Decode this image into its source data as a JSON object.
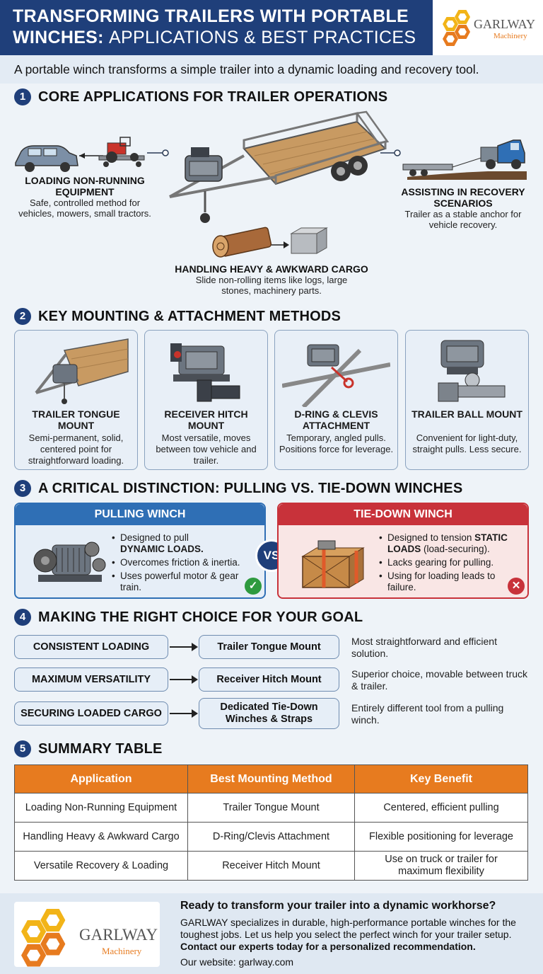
{
  "header": {
    "title_bold": "TRANSFORMING TRAILERS WITH PORTABLE WINCHES:",
    "title_light": "APPLICATIONS & BEST PRACTICES",
    "logo_name": "GARLWAY",
    "logo_sub": "Machinery"
  },
  "tagline": "A portable winch transforms a simple trailer into a dynamic loading and recovery tool.",
  "section1": {
    "num": "1",
    "title": "CORE APPLICATIONS FOR TRAILER OPERATIONS",
    "apps": [
      {
        "title": "LOADING NON-RUNNING EQUIPMENT",
        "desc": "Safe, controlled method for vehicles, mowers, small tractors."
      },
      {
        "title": "ASSISTING IN RECOVERY SCENARIOS",
        "desc": "Trailer as a stable anchor for vehicle recovery."
      },
      {
        "title": "HANDLING HEAVY & AWKWARD CARGO",
        "desc": "Slide non-rolling items like logs, large stones, machinery parts."
      }
    ]
  },
  "section2": {
    "num": "2",
    "title": "KEY MOUNTING & ATTACHMENT METHODS",
    "cards": [
      {
        "title": "TRAILER TONGUE MOUNT",
        "desc": "Semi-permanent, solid, centered point for straightforward loading."
      },
      {
        "title": "RECEIVER HITCH MOUNT",
        "desc": "Most versatile, moves between tow vehicle and trailer."
      },
      {
        "title": "D-RING & CLEVIS ATTACHMENT",
        "desc": "Temporary, angled pulls. Positions force for leverage."
      },
      {
        "title": "TRAILER BALL MOUNT",
        "desc": "Convenient for light-duty, straight pulls. Less secure."
      }
    ]
  },
  "section3": {
    "num": "3",
    "title": "A CRITICAL DISTINCTION: PULLING VS. TIE-DOWN WINCHES",
    "vs": "VS",
    "pulling": {
      "title": "PULLING WINCH",
      "b1_pre": "Designed to pull",
      "b1_bold": "DYNAMIC LOADS.",
      "b2": "Overcomes friction & inertia.",
      "b3": "Uses powerful motor & gear train."
    },
    "tiedown": {
      "title": "TIE-DOWN WINCH",
      "b1_pre": "Designed to tension",
      "b1_bold": "STATIC LOADS",
      "b1_post": "(load-securing).",
      "b2": "Lacks gearing for pulling.",
      "b3": "Using for loading leads to failure."
    }
  },
  "section4": {
    "num": "4",
    "title": "MAKING THE RIGHT CHOICE FOR YOUR GOAL",
    "rows": [
      {
        "goal": "CONSISTENT LOADING",
        "method": "Trailer Tongue Mount",
        "desc": "Most straightforward and efficient solution."
      },
      {
        "goal": "MAXIMUM VERSATILITY",
        "method": "Receiver Hitch Mount",
        "desc": "Superior choice, movable between truck & trailer."
      },
      {
        "goal": "SECURING LOADED CARGO",
        "method": "Dedicated Tie-Down Winches & Straps",
        "desc": "Entirely different tool from a pulling winch."
      }
    ]
  },
  "section5": {
    "num": "5",
    "title": "SUMMARY TABLE",
    "headers": [
      "Application",
      "Best Mounting Method",
      "Key Benefit"
    ],
    "rows": [
      [
        "Loading Non-Running Equipment",
        "Trailer Tongue Mount",
        "Centered, efficient pulling"
      ],
      [
        "Handling Heavy & Awkward Cargo",
        "D-Ring/Clevis Attachment",
        "Flexible positioning for leverage"
      ],
      [
        "Versatile Recovery & Loading",
        "Receiver Hitch Mount",
        "Use on truck or trailer for maximum flexibility"
      ]
    ]
  },
  "footer": {
    "logo_name": "GARLWAY",
    "logo_sub": "Machinery",
    "headline": "Ready to transform your trailer into a dynamic workhorse?",
    "body": "GARLWAY specializes in durable, high-performance portable winches for the toughest jobs. Let us help you select the perfect winch for your trailer setup.",
    "cta": "Contact our experts today for a personalized recommendation.",
    "website": "Our website: garlway.com"
  },
  "colors": {
    "navy": "#1f3f7a",
    "blue_panel": "#2f6fb5",
    "red_panel": "#c8323a",
    "orange": "#e77b1f",
    "green_check": "#2e9a3f"
  }
}
